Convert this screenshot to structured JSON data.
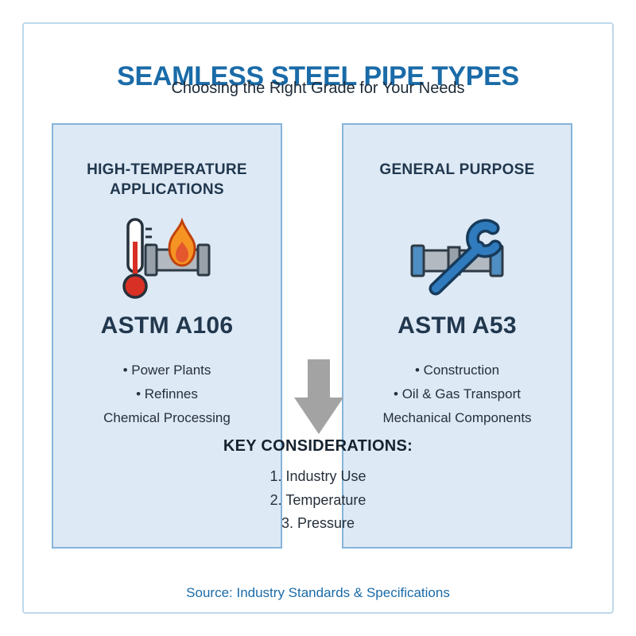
{
  "page": {
    "title": "SEAMLESS STEEL PIPE TYPES",
    "subtitle": "Choosing the Right Grade for Your Needs",
    "source": "Source: Industry Standards & Specifications"
  },
  "cards": [
    {
      "header": "HIGH-TEMPERATURE APPLICATIONS",
      "icon": "thermometer-flame-pipe-icon",
      "grade": "ASTM A106",
      "items": [
        "• Power Plants",
        "• Refinnes",
        "Chemical Processing"
      ]
    },
    {
      "header": "GENERAL PURPOSE",
      "icon": "pipe-wrench-icon",
      "grade": "ASTM A53",
      "items": [
        "• Construction",
        "• Oil & Gas Transport",
        "Mechanical Components"
      ]
    }
  ],
  "considerations": {
    "heading": "KEY CONSIDERATIONS:",
    "items": [
      "1. Industry Use",
      "2. Temperature",
      "3. Pressure"
    ]
  },
  "colors": {
    "accent_blue": "#1a6ba8",
    "heading_navy": "#21374d",
    "body_text": "#26303b",
    "card_bg": "#dde9f5",
    "card_border": "#85b3d9",
    "frame_border": "#bcd9ec",
    "arrow_gray": "#a3a3a3",
    "flame_orange": "#f59422",
    "thermometer_red": "#d93025",
    "wrench_blue": "#2f7bbd"
  }
}
